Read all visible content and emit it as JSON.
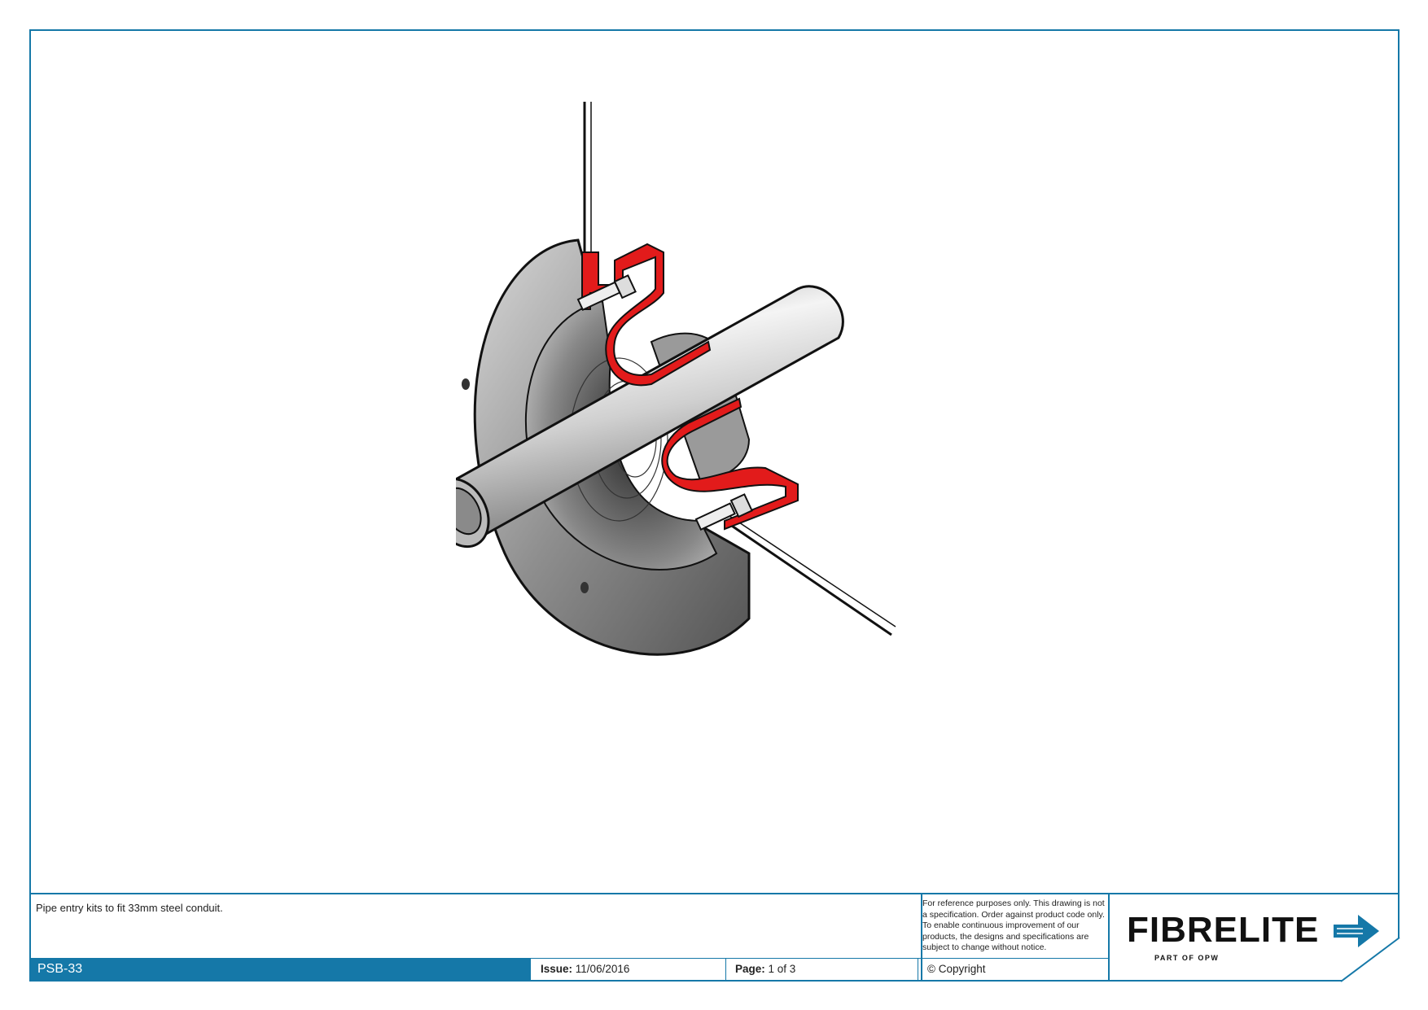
{
  "document": {
    "description": "Pipe entry kits to fit 33mm steel conduit.",
    "notice": "For reference purposes only. This drawing is not a specification. Order against product code only.  To enable continuous improvement of our products, the designs and specifications are subject to change without notice.",
    "code": "PSB-33",
    "issue_label": "Issue:",
    "issue_value": "11/06/2016",
    "page_label": "Page:",
    "page_value": "1 of 3",
    "copyright": "© Copyright"
  },
  "logo": {
    "brand": "FIBRELITE",
    "tagline": "PART OF OPW",
    "brand_color": "#1578a8"
  },
  "colors": {
    "frame": "#1578a8",
    "seal": "#e21b1b",
    "flange": "#7a7a7a",
    "pipe": "#c9c9c9"
  }
}
